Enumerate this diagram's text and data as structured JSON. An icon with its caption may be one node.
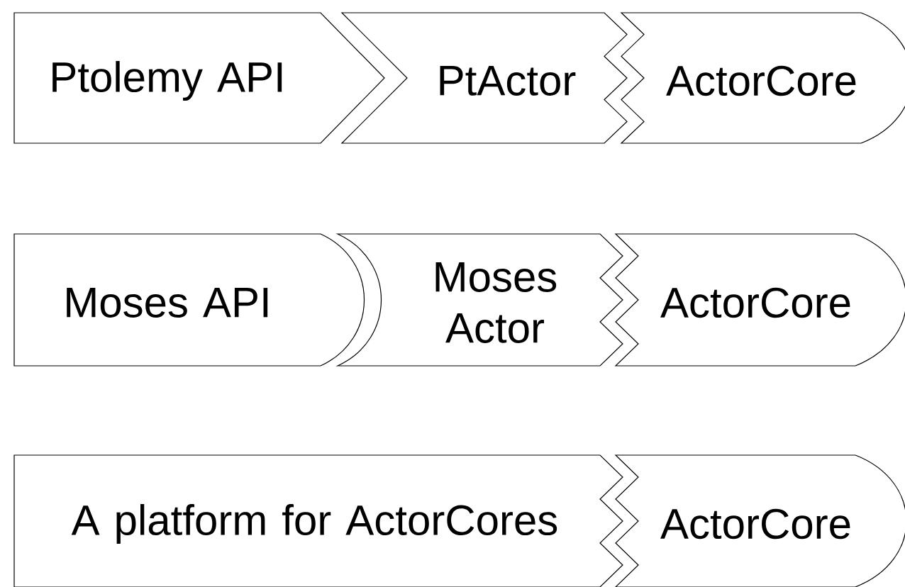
{
  "diagram": {
    "nodes": [
      {
        "text": [
          "Ptolemy API"
        ]
      },
      {
        "text": [
          "PtActor"
        ]
      },
      {
        "text": [
          "ActorCore"
        ]
      },
      {
        "text": [
          "Moses API"
        ]
      },
      {
        "text": [
          "Moses Actor"
        ]
      },
      {
        "text": [
          "ActorCore"
        ]
      },
      {
        "text": [
          "A platform for ActorCores"
        ]
      },
      {
        "text": [
          "ActorCore"
        ]
      }
    ]
  }
}
